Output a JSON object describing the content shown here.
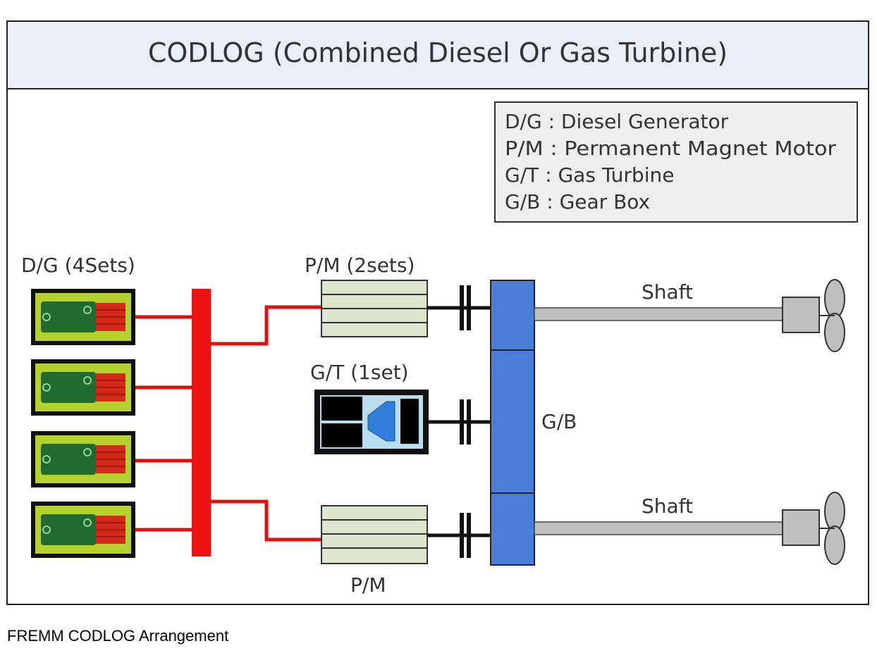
{
  "title": "CODLOG (Combined Diesel Or Gas Turbine)",
  "legend": [
    "D/G : Diesel Generator",
    "P/M : Permanent Magnet Motor",
    "G/T : Gas Turbine",
    "G/B : Gear Box"
  ],
  "labels": {
    "dg": "D/G (4Sets)",
    "pm_top": "P/M (2sets)",
    "gt": "G/T (1set)",
    "gb": "G/B",
    "shaft_top": "Shaft",
    "shaft_bottom": "Shaft",
    "pm_bottom": "P/M"
  },
  "caption": "FREMM CODLOG Arrangement",
  "colors": {
    "title_bg": "#e9eef7",
    "bus": "#ee1111",
    "gearbox": "#4a7ed8",
    "motor": "#dde6cc",
    "shaft": "#bfbfbf",
    "generator_frame": "#b4d12e",
    "generator_body": "#1e6b2d",
    "generator_alt": "#d42a1c"
  }
}
